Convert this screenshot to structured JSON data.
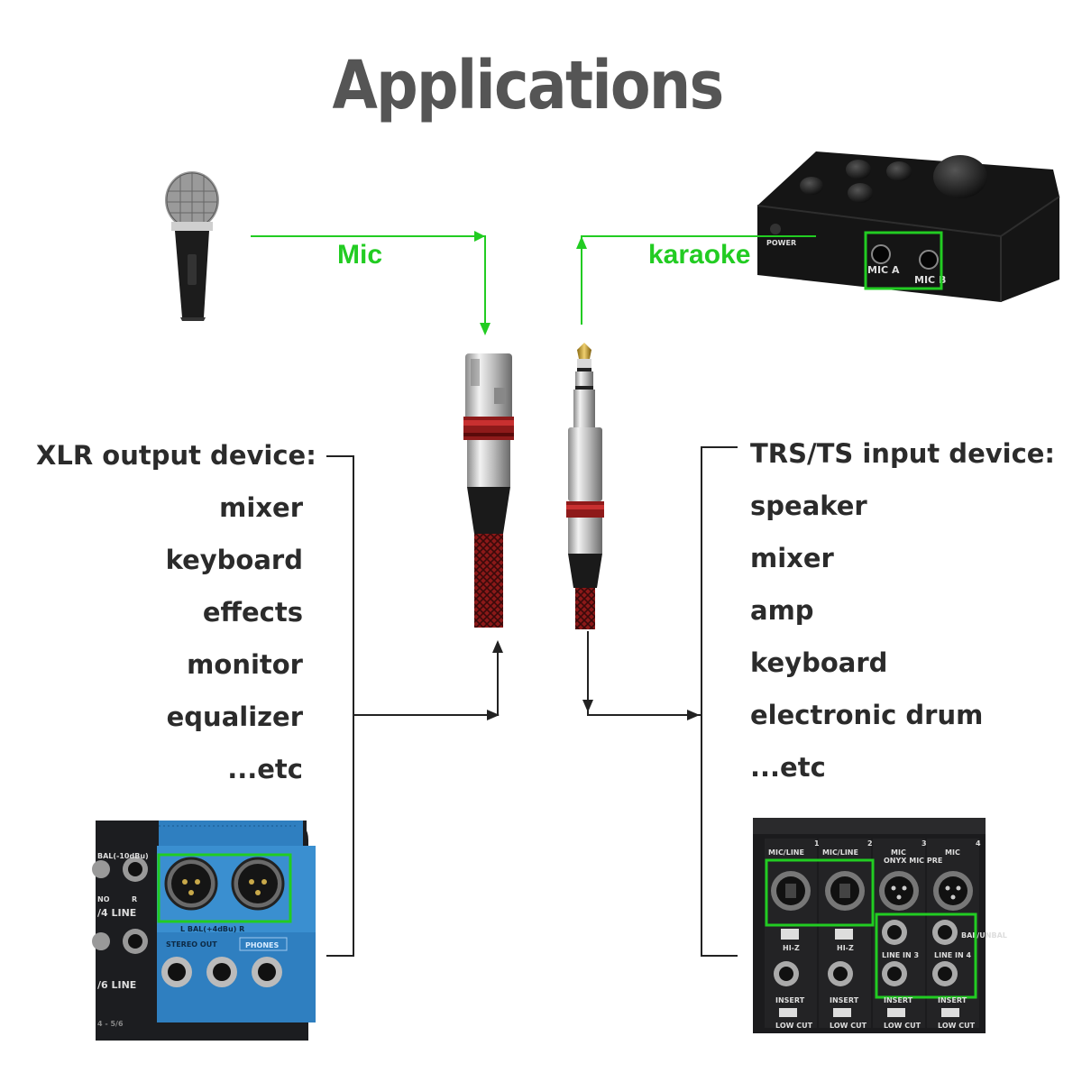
{
  "title": "Applications",
  "labels": {
    "mic": "Mic",
    "karaoke": "karaoke"
  },
  "left": {
    "heading": "XLR output device:",
    "items": [
      "mixer",
      "keyboard",
      "effects",
      "monitor",
      "equalizer",
      "...etc"
    ]
  },
  "right": {
    "heading": "TRS/TS input device:",
    "items": [
      "speaker",
      "mixer",
      "amp",
      "keyboard",
      "electronic drum",
      "...etc"
    ]
  },
  "karaoke_device": {
    "mic_a": "MIC A",
    "mic_b": "MIC B",
    "power": "POWER"
  },
  "left_mixer": {
    "bal": "BAL(-10dBu)",
    "line_4": "/4 LINE",
    "line_6": "/6 LINE",
    "no": "NO",
    "r": "R",
    "l_bal_r": "L  BAL(+4dBu)  R",
    "stereo_out": "STEREO OUT",
    "phones": "PHONES",
    "ch": "4 - 5/6"
  },
  "right_mixer": {
    "ch1": "MIC/LINE",
    "ch2": "MIC/LINE",
    "ch3": "MIC",
    "ch4": "MIC",
    "onyx": "ONYX MIC PRE",
    "line_in_3": "LINE IN 3",
    "line_in_4": "LINE IN 4",
    "hi_z": "HI-Z",
    "insert": "INSERT",
    "low_cut": "LOW CUT",
    "bal_unbal": "BAL/UNBAL",
    "n1": "1",
    "n2": "2",
    "n3": "3",
    "n4": "4"
  },
  "colors": {
    "accent_green": "#22cc22",
    "title_gray": "#555555",
    "text_dark": "#2b2b2b",
    "cable_red": "#a31a1a",
    "mixer_blue": "#3a8fd0"
  }
}
